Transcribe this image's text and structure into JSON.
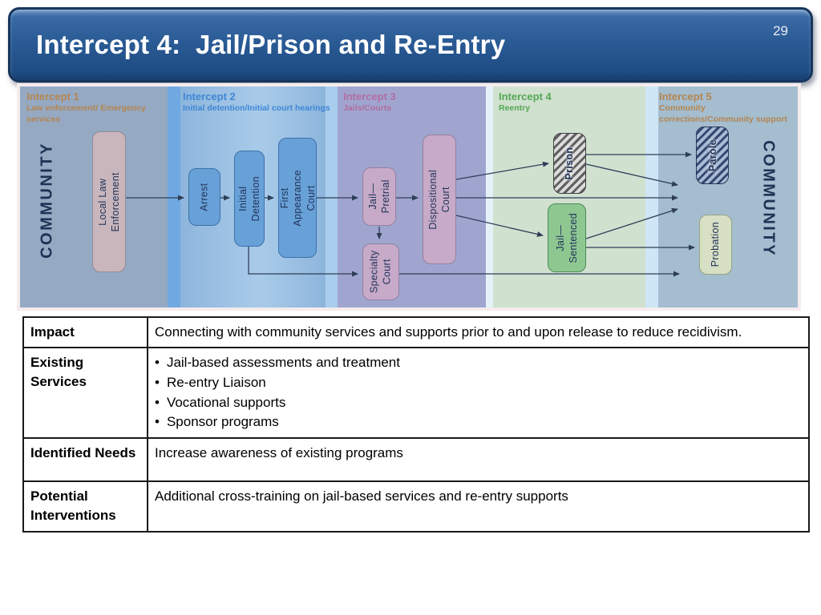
{
  "slide": {
    "title": "Intercept 4:  Jail/Prison and Re-Entry",
    "page_number": "29"
  },
  "diagram": {
    "community_left": "COMMUNITY",
    "community_right": "COMMUNITY",
    "intercepts": [
      {
        "name": "Intercept 1",
        "subtitle": "Law enforcement/ Emergency services"
      },
      {
        "name": "Intercept 2",
        "subtitle": "Initial detention/Initial court hearings"
      },
      {
        "name": "Intercept 3",
        "subtitle": "Jails/Courts"
      },
      {
        "name": "Intercept 4",
        "subtitle": "Reentry"
      },
      {
        "name": "Intercept 5",
        "subtitle": "Community corrections/Community support"
      }
    ],
    "boxes": {
      "local_law_enforcement": {
        "label": "Local Law Enforcement"
      },
      "arrest": {
        "label": "Arrest"
      },
      "initial_detention": {
        "label": "Initial Detention"
      },
      "first_appearance_court": {
        "label": "First Appearance\nCourt"
      },
      "jail_pretrial": {
        "label": "Jail—\nPretrial"
      },
      "specialty_court": {
        "label": "Specialty\nCourt"
      },
      "dispositional_court": {
        "label": "Dispositional Court"
      },
      "prison": {
        "label": "Prison"
      },
      "jail_sentenced": {
        "label": "Jail—\nSentenced"
      },
      "parole": {
        "label": "Parole"
      },
      "probation": {
        "label": "Probation"
      }
    }
  },
  "table": {
    "rows": [
      {
        "header": "Impact",
        "content": "Connecting with community services and supports prior to and upon release to reduce recidivism."
      },
      {
        "header": "Existing Services",
        "bullets": [
          "Jail-based assessments and treatment",
          "Re-entry Liaison",
          "Vocational supports",
          "Sponsor programs"
        ]
      },
      {
        "header": "Identified Needs",
        "content": "Increase awareness of existing programs"
      },
      {
        "header": "Potential Interventions",
        "content": "Additional cross-training on jail-based services and re-entry supports"
      }
    ]
  },
  "colors": {
    "title_bar_fill": "#2a5a94",
    "title_bar_border": "#17365d",
    "band_intercept1": "#95a9c3",
    "band_intercept2": "#8db5dc",
    "band_intercept3": "#a0a5d0",
    "band_intercept4": "#d0e1d0",
    "band_intercept5": "#a4bdcf",
    "label_intercept1": "#b5854f",
    "label_intercept2": "#3f87d6",
    "label_intercept3": "#b06da0",
    "label_intercept4": "#55a753",
    "label_intercept5": "#b5854f",
    "box_blue": "#68a1d8",
    "box_mauve": "#c6aac8",
    "box_rose": "#c9b6bc",
    "box_green": "#8fc791",
    "box_sage": "#d7dfc4",
    "arrow": "#2e3e57"
  }
}
